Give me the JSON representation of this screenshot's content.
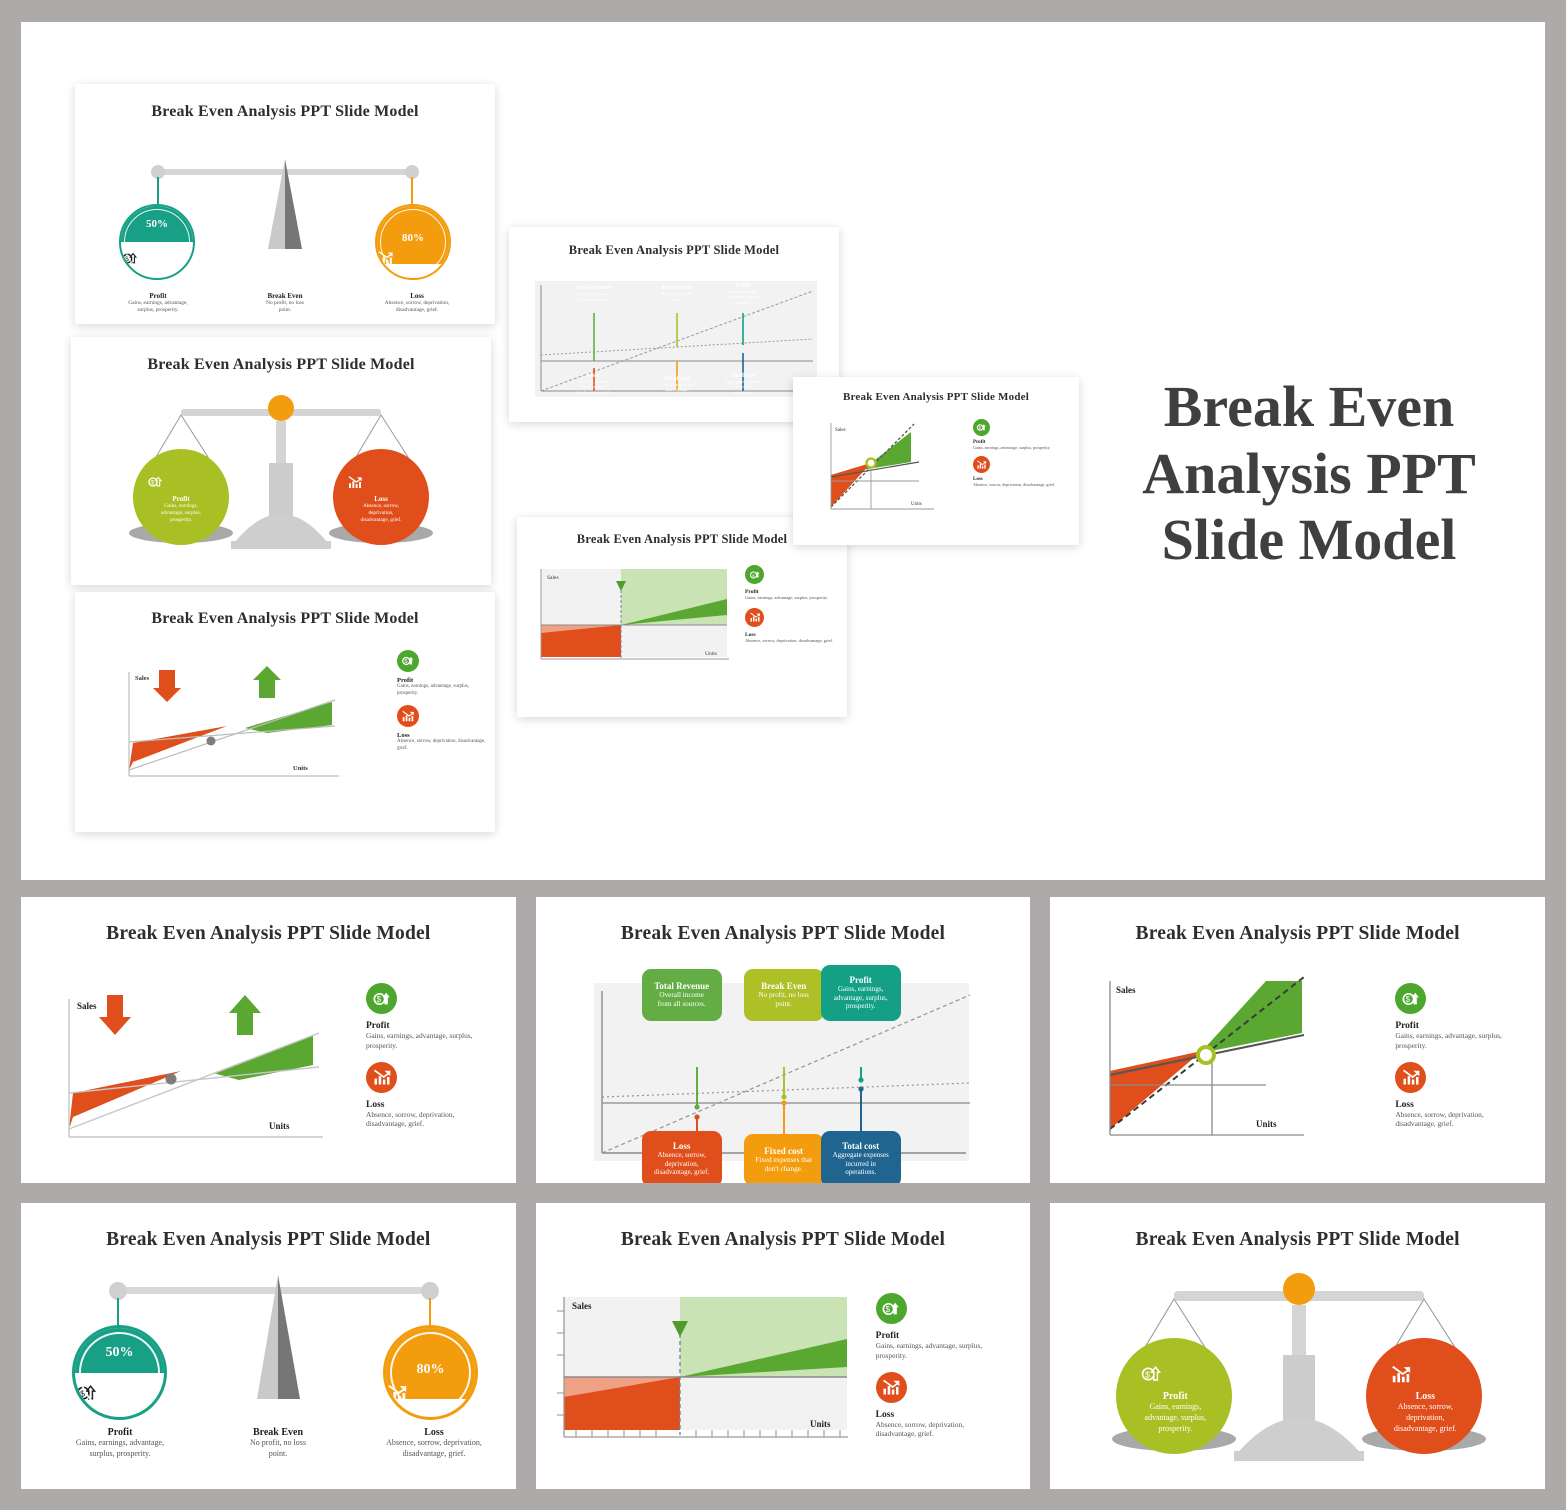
{
  "background_color": "#aeaaa9",
  "hero": {
    "big_title_lines": [
      "Break Even",
      "Analysis PPT",
      "Slide Model"
    ],
    "big_title_color": "#3f3f3f"
  },
  "slide_title": "Break Even Analysis PPT Slide Model",
  "colors": {
    "teal": "#17a085",
    "orange": "#f39c0d",
    "olive": "#a9c024",
    "red": "#e04e1b",
    "green": "#5aa832",
    "green_dark": "#4f9b2b",
    "green_light": "#c9e3b4",
    "red_light": "#f0a185",
    "blue": "#1f6590",
    "amber": "#f39c0d",
    "leaf": "#64ad45",
    "lime": "#adc126",
    "teal_box": "#13a085",
    "gray": "#c9c9c9",
    "gray_dark": "#7d7d7d",
    "axis": "#8a8a8a",
    "plot_bg": "#f2f2f2"
  },
  "legend": {
    "profit": {
      "icon": "profit-money-up-icon",
      "title": "Profit",
      "desc": "Gains, earnings, advantage, surplus, prosperity.",
      "desc_two_line": [
        "Gains, earnings, advantage, surplus,",
        "prosperity."
      ],
      "color": "#4da72e"
    },
    "loss": {
      "icon": "loss-chart-down-icon",
      "title": "Loss",
      "desc": "Absence, sorrow, deprivation, disadvantage, grief.",
      "desc_two_line": [
        "Absence, sorrow, deprivation,",
        "disadvantage, grief."
      ],
      "color": "#e04e1b"
    }
  },
  "axes": {
    "y": "Sales",
    "x": "Units"
  },
  "chart_data": [
    {
      "id": "breakeven-crossing-lines",
      "type": "line",
      "title": "Break Even Analysis PPT Slide Model",
      "xlabel": "Units",
      "ylabel": "Sales",
      "grid": false,
      "legend_position": "right",
      "annotations": [
        {
          "label": "down-arrow",
          "color": "#e04e1b",
          "meaning": "loss region"
        },
        {
          "label": "up-arrow",
          "color": "#5aa832",
          "meaning": "profit region"
        },
        {
          "label": "break-even-dot",
          "color": "#7d7d7d"
        }
      ],
      "series": [
        {
          "name": "Total Revenue",
          "x": [
            0,
            100
          ],
          "y": [
            5,
            78
          ]
        },
        {
          "name": "Total Cost",
          "x": [
            0,
            100
          ],
          "y": [
            30,
            55
          ]
        }
      ],
      "fills": [
        {
          "name": "Loss",
          "color": "#e04e1b",
          "region": "below break-even"
        },
        {
          "name": "Profit",
          "color": "#5aa832",
          "region": "above break-even"
        }
      ]
    },
    {
      "id": "breakeven-six-callouts",
      "type": "line",
      "title": "Break Even Analysis PPT Slide Model",
      "grid": false,
      "legend_position": "callouts",
      "callouts_top": [
        {
          "title": "Total Revenue",
          "desc": "Overall income from all sources.",
          "color": "#64ad45"
        },
        {
          "title": "Break Even",
          "desc": "No profit, no loss point.",
          "color": "#adc126"
        },
        {
          "title": "Profit",
          "desc": "Gains, earnings, advantage, surplus, prosperity.",
          "color": "#13a085"
        }
      ],
      "callouts_bottom": [
        {
          "title": "Loss",
          "desc": "Absence, sorrow, deprivation, disadvantage, grief.",
          "color": "#e04e1b"
        },
        {
          "title": "Fixed cost",
          "desc": "Fixed expenses that don't change.",
          "color": "#f39c0d"
        },
        {
          "title": "Total cost",
          "desc": "Aggregate expenses incurred in operations.",
          "color": "#1f6590"
        }
      ],
      "series": [
        {
          "name": "Total Revenue",
          "style": "dashed",
          "x": [
            0,
            100
          ],
          "y": [
            0,
            95
          ]
        },
        {
          "name": "Total Cost",
          "style": "dotted",
          "x": [
            0,
            100
          ],
          "y": [
            45,
            62
          ]
        },
        {
          "name": "Fixed Cost",
          "style": "solid",
          "x": [
            0,
            100
          ],
          "y": [
            38,
            38
          ]
        }
      ]
    },
    {
      "id": "breakeven-dashed-marker",
      "type": "line",
      "title": "Break Even Analysis PPT Slide Model",
      "xlabel": "Units",
      "ylabel": "Sales",
      "grid": false,
      "legend_position": "right",
      "break_even_marker": {
        "shape": "circle-outline",
        "color": "#a9c024"
      },
      "series": [
        {
          "name": "Total Revenue",
          "style": "dashed",
          "x": [
            0,
            100
          ],
          "y": [
            0,
            100
          ]
        },
        {
          "name": "Total Cost",
          "style": "solid",
          "x": [
            0,
            100
          ],
          "y": [
            42,
            68
          ]
        }
      ],
      "fills": [
        {
          "name": "Loss",
          "color": "#e04e1b"
        },
        {
          "name": "Profit",
          "color": "#5aa832"
        }
      ]
    },
    {
      "id": "breakeven-gauges",
      "type": "bar",
      "title": "Break Even Analysis PPT Slide Model",
      "categories": [
        "Profit",
        "Break Even",
        "Loss"
      ],
      "values": [
        50,
        null,
        80
      ],
      "value_labels": [
        "50%",
        "",
        "80%"
      ],
      "colors": [
        "#17a085",
        "#9a9a9a",
        "#f39c0d"
      ],
      "captions": [
        {
          "title": "Profit",
          "desc": "Gains, earnings, advantage, surplus, prosperity."
        },
        {
          "title": "Break Even",
          "desc": "No profit, no loss point."
        },
        {
          "title": "Loss",
          "desc": "Absence, sorrow, deprivation, disadvantage, grief."
        }
      ]
    },
    {
      "id": "breakeven-quadrant-area",
      "type": "area",
      "title": "Break Even Analysis PPT Slide Model",
      "xlabel": "Units",
      "ylabel": "Sales",
      "grid": true,
      "legend_position": "right",
      "break_even_marker": {
        "shape": "down-triangle",
        "color": "#4f9b2b"
      },
      "series": [
        {
          "name": "Profit band",
          "color": "#4f9b2b",
          "fill": "#c9e3b4"
        },
        {
          "name": "Loss band",
          "color": "#e04e1b",
          "fill": "#f0a185"
        }
      ]
    },
    {
      "id": "breakeven-balance-scale",
      "type": "table",
      "title": "Break Even Analysis PPT Slide Model",
      "items": [
        {
          "label": "Profit",
          "desc": "Gains, earnings, advantage, surplus, prosperity.",
          "color": "#a9c024",
          "icon": "profit-money-up-icon"
        },
        {
          "label": "Loss",
          "desc": "Absence, sorrow, deprivation, disadvantage, grief.",
          "color": "#e04e1b",
          "icon": "loss-chart-down-icon"
        }
      ],
      "pivot_color": "#f39c0d"
    }
  ],
  "gauges": {
    "profit": {
      "value": "50%",
      "color": "#17a085",
      "caption_title": "Profit",
      "caption_desc_lines": [
        "Gains, earnings, advantage,",
        "surplus, prosperity."
      ]
    },
    "breakeven": {
      "caption_title": "Break Even",
      "caption_desc_lines": [
        "No profit, no loss",
        "point."
      ]
    },
    "loss": {
      "value": "80%",
      "color": "#f39c0d",
      "caption_title": "Loss",
      "caption_desc_lines": [
        "Absence, sorrow, deprivation,",
        "disadvantage, grief."
      ]
    }
  },
  "balance": {
    "profit": {
      "title": "Profit",
      "desc_lines": [
        "Gains, earnings,",
        "advantage, surplus,",
        "prosperity."
      ],
      "color": "#a9c024"
    },
    "loss": {
      "title": "Loss",
      "desc_lines": [
        "Absence, sorrow,",
        "deprivation,",
        "disadvantage, grief."
      ],
      "color": "#e04e1b"
    }
  },
  "callouts": {
    "total_revenue": {
      "title": "Total Revenue",
      "desc_lines": [
        "Overall income",
        "from all sources."
      ],
      "color": "#64ad45"
    },
    "break_even": {
      "title": "Break Even",
      "desc_lines": [
        "No profit, no loss",
        "point."
      ],
      "color": "#adc126"
    },
    "profit": {
      "title": "Profit",
      "desc_lines": [
        "Gains, earnings,",
        "advantage, surplus,",
        "prosperity."
      ],
      "color": "#13a085"
    },
    "loss": {
      "title": "Loss",
      "desc_lines": [
        "Absence, sorrow,",
        "deprivation,",
        "disadvantage, grief."
      ],
      "color": "#e04e1b"
    },
    "fixed_cost": {
      "title": "Fixed cost",
      "desc_lines": [
        "Fixed expenses that",
        "don't change."
      ],
      "color": "#f39c0d"
    },
    "total_cost": {
      "title": "Total cost",
      "desc_lines": [
        "Aggregate expenses",
        "incurred in",
        "operations."
      ],
      "color": "#1f6590"
    }
  }
}
